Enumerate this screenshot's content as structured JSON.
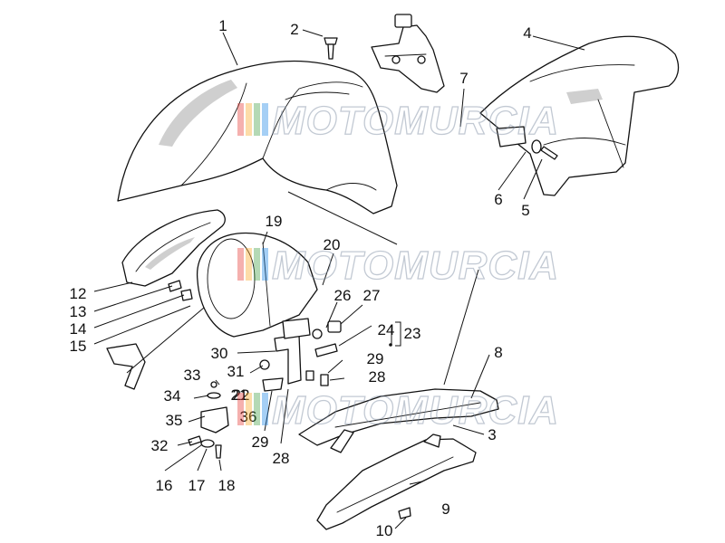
{
  "diagram": {
    "callouts": [
      "1",
      "2",
      "3",
      "4",
      "5",
      "6",
      "7",
      "8",
      "9",
      "10",
      "12",
      "13",
      "14",
      "15",
      "16",
      "17",
      "18",
      "19",
      "20",
      "21",
      "22",
      "23",
      "24",
      "26",
      "27",
      "28",
      "29",
      "30",
      "31",
      "32",
      "33",
      "34",
      "35",
      "36"
    ],
    "colors": {
      "line": "#111111",
      "fill": "#ffffff",
      "shade": "#cfcfcf",
      "watermark": "#7a8aa0"
    }
  },
  "watermark": {
    "text": "MOTOMURCIA",
    "stripe_colors": [
      "#e53935",
      "#f9a825",
      "#43a047",
      "#1e88e5"
    ]
  }
}
